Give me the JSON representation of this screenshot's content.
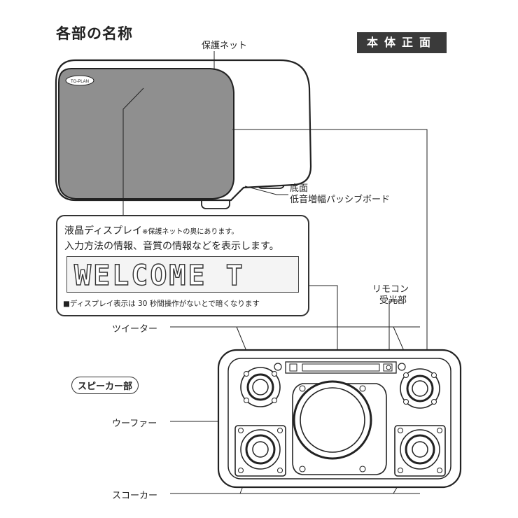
{
  "header": {
    "title": "各部の名称",
    "badge": "本体正面"
  },
  "labels": {
    "protective_net": "保護ネット",
    "bottom_line1": "底面",
    "bottom_line2": "低音増幅パッシブボード",
    "brand": "TO-PLAN",
    "remote_line1": "リモコン",
    "remote_line2": "受光部",
    "tweeter": "ツイーター",
    "woofer": "ウーファー",
    "squawker": "スコーカー",
    "speaker_section": "スピーカー部"
  },
  "display_callout": {
    "title": "液晶ディスプレイ",
    "title_note": "※保護ネットの奥にあります。",
    "description": "入力方法の情報、音質の情報などを表示します。",
    "screen_text": "WELCOME T",
    "note": "■ディスプレイ表示は 30 秒間操作がないとで暗くなります"
  }
}
